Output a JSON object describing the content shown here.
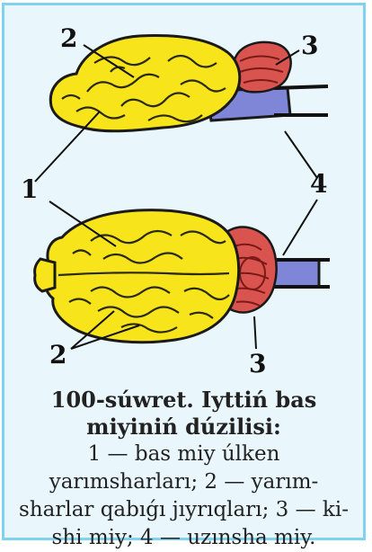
{
  "figure": {
    "labels": {
      "one": "1",
      "two_top": "2",
      "two_bottom": "2",
      "three_top": "3",
      "three_bottom": "3",
      "four": "4"
    },
    "colors": {
      "hemisphere": "#f7e41b",
      "cerebellum": "#d9534f",
      "medulla": "#7f86d8",
      "frame": "#7fd3f0",
      "background": "#e9f6fb"
    }
  },
  "caption": {
    "title": "100-súwret. Iyttiń bas miyiniń dúzilisi:",
    "lines": [
      "1 — bas miy úlken",
      "yarımsharları; 2 — yarım-",
      "sharlar qabıǵı jıyrıqları; 3 — ki-",
      "shi miy; 4 — uzınsha miy."
    ]
  }
}
